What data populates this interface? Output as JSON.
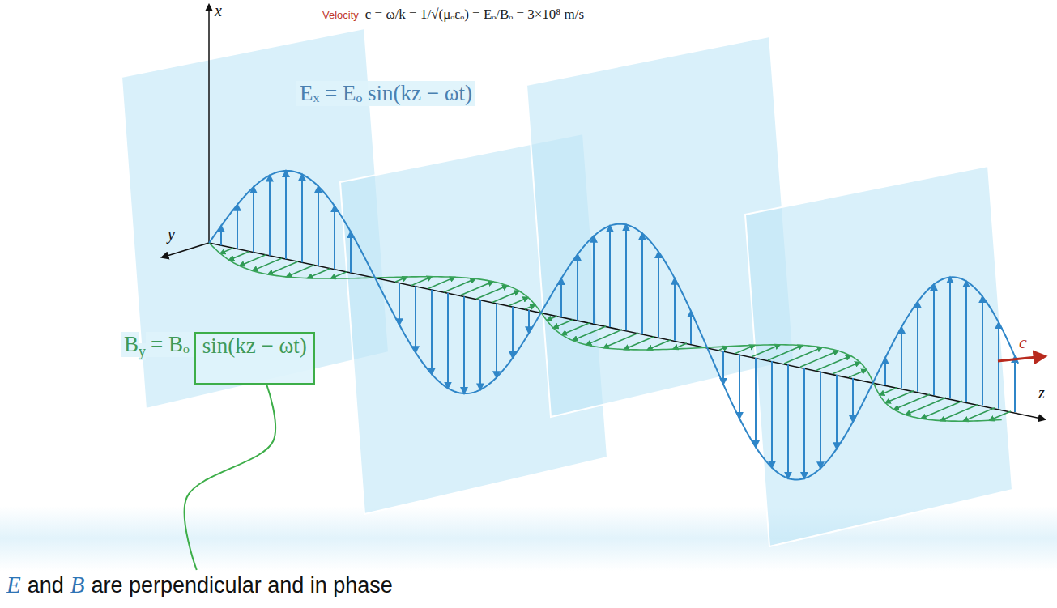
{
  "diagram": {
    "labels": [
      "Velocity",
      "c = ω/k = 1/√(μₒεₒ) = Eₒ/Bₒ = 3×10⁸ m/s",
      "x",
      "Eₓ = Eₒ sin(kz − ωt)",
      "y",
      "B",
      "y",
      "= Bₒ",
      "sin(kz − ωt)",
      "c",
      "z",
      "E",
      "and",
      "B",
      "are perpendicular and in phase"
    ]
  }
}
